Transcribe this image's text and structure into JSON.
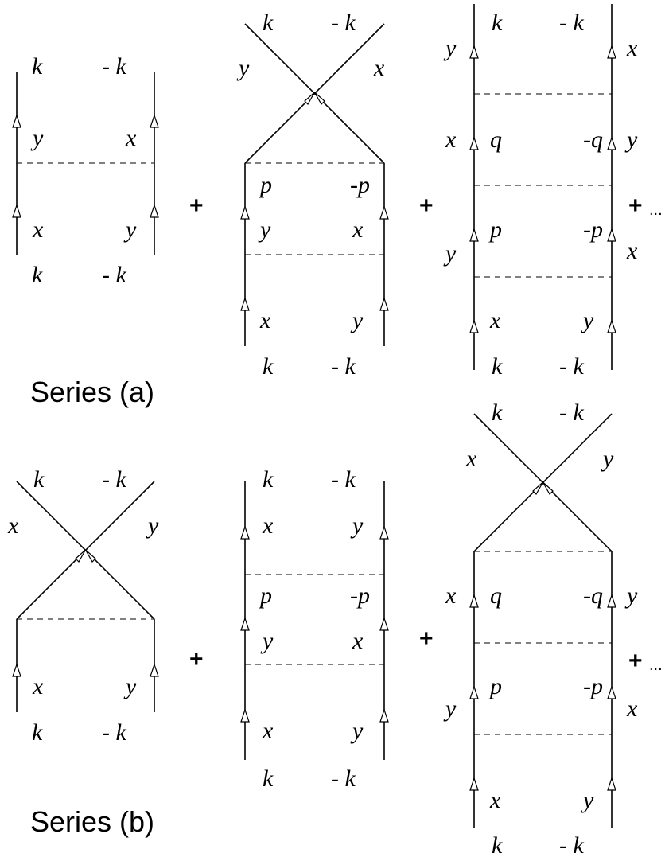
{
  "labels": {
    "k": "k",
    "mk": "- k",
    "x": "x",
    "y": "y",
    "p": "p",
    "mp": "-p",
    "q": "q",
    "mq": "-q"
  },
  "operators": {
    "plus": "+",
    "ellipsis": "..."
  },
  "captions": {
    "series_a": "Series  (a)",
    "series_b": "Series  (b)"
  }
}
